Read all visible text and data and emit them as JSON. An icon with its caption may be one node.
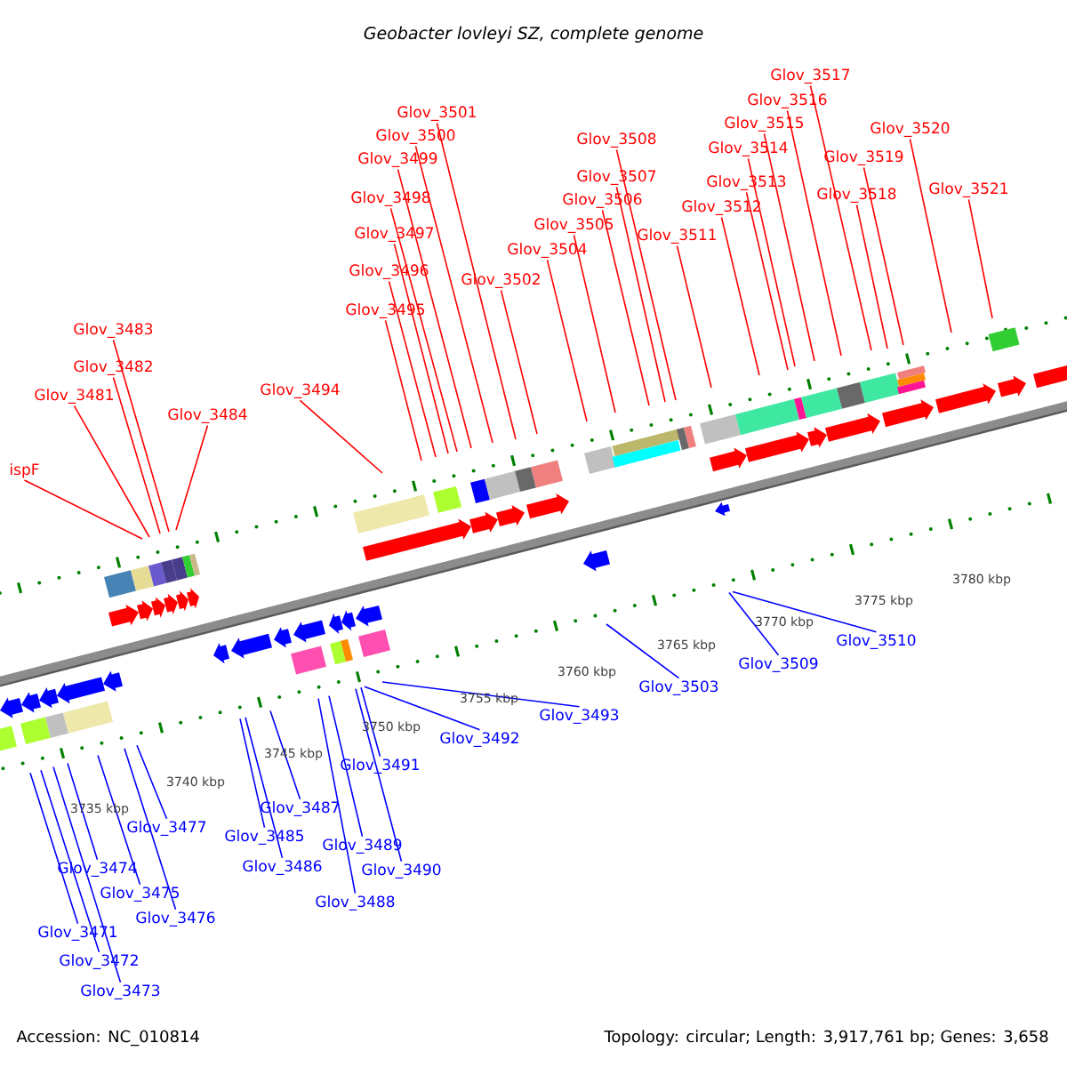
{
  "diagram": {
    "title": "Geobacter lovleyi SZ, complete genome",
    "nodes": [
      {
        "text": [
          "ispF"
        ]
      },
      {
        "text": [
          "Glov_3481"
        ]
      },
      {
        "text": [
          "Glov_3482"
        ]
      },
      {
        "text": [
          "Glov_3483"
        ]
      },
      {
        "text": [
          "Glov_3484"
        ]
      },
      {
        "text": [
          "Glov_3494"
        ]
      },
      {
        "text": [
          "Glov_3495"
        ]
      },
      {
        "text": [
          "Glov_3496"
        ]
      },
      {
        "text": [
          "Glov_3497"
        ]
      },
      {
        "text": [
          "Glov_3498"
        ]
      },
      {
        "text": [
          "Glov_3499"
        ]
      },
      {
        "text": [
          "Glov_3500"
        ]
      },
      {
        "text": [
          "Glov_3501"
        ]
      },
      {
        "text": [
          "Glov_3502"
        ]
      },
      {
        "text": [
          "Glov_3504"
        ]
      },
      {
        "text": [
          "Glov_3505"
        ]
      },
      {
        "text": [
          "Glov_3506"
        ]
      },
      {
        "text": [
          "Glov_3507"
        ]
      },
      {
        "text": [
          "Glov_3508"
        ]
      },
      {
        "text": [
          "Glov_3511"
        ]
      },
      {
        "text": [
          "Glov_3512"
        ]
      },
      {
        "text": [
          "Glov_3513"
        ]
      },
      {
        "text": [
          "Glov_3514"
        ]
      },
      {
        "text": [
          "Glov_3515"
        ]
      },
      {
        "text": [
          "Glov_3516"
        ]
      },
      {
        "text": [
          "Glov_3517"
        ]
      },
      {
        "text": [
          "Glov_3518"
        ]
      },
      {
        "text": [
          "Glov_3519"
        ]
      },
      {
        "text": [
          "Glov_3520"
        ]
      },
      {
        "text": [
          "Glov_3521"
        ]
      },
      {
        "text": [
          "Glov_3471"
        ]
      },
      {
        "text": [
          "Glov_3472"
        ]
      },
      {
        "text": [
          "Glov_3473"
        ]
      },
      {
        "text": [
          "Glov_3474"
        ]
      },
      {
        "text": [
          "Glov_3475"
        ]
      },
      {
        "text": [
          "Glov_3476"
        ]
      },
      {
        "text": [
          "Glov_3477"
        ]
      },
      {
        "text": [
          "Glov_3485"
        ]
      },
      {
        "text": [
          "Glov_3486"
        ]
      },
      {
        "text": [
          "Glov_3487"
        ]
      },
      {
        "text": [
          "Glov_3488"
        ]
      },
      {
        "text": [
          "Glov_3489"
        ]
      },
      {
        "text": [
          "Glov_3490"
        ]
      },
      {
        "text": [
          "Glov_3491"
        ]
      },
      {
        "text": [
          "Glov_3492"
        ]
      },
      {
        "text": [
          "Glov_3493"
        ]
      },
      {
        "text": [
          "Glov_3503"
        ]
      },
      {
        "text": [
          "Glov_3509"
        ]
      },
      {
        "text": [
          "Glov_3510"
        ]
      }
    ],
    "edges": [
      {
        "from": 0,
        "to": null,
        "arrow": "none"
      },
      {
        "from": 1,
        "to": null,
        "arrow": "none"
      },
      {
        "from": 2,
        "to": null,
        "arrow": "none"
      },
      {
        "from": 3,
        "to": null,
        "arrow": "none"
      },
      {
        "from": 4,
        "to": null,
        "arrow": "none"
      },
      {
        "from": 5,
        "to": null,
        "arrow": "none"
      },
      {
        "from": 6,
        "to": null,
        "arrow": "none"
      },
      {
        "from": 7,
        "to": null,
        "arrow": "none"
      },
      {
        "from": 8,
        "to": null,
        "arrow": "none"
      },
      {
        "from": 9,
        "to": null,
        "arrow": "none"
      },
      {
        "from": 10,
        "to": null,
        "arrow": "none"
      },
      {
        "from": 11,
        "to": null,
        "arrow": "none"
      },
      {
        "from": 12,
        "to": null,
        "arrow": "none"
      },
      {
        "from": 13,
        "to": null,
        "arrow": "none"
      },
      {
        "from": 14,
        "to": null,
        "arrow": "none"
      },
      {
        "from": 15,
        "to": null,
        "arrow": "none"
      },
      {
        "from": 16,
        "to": null,
        "arrow": "none"
      },
      {
        "from": 17,
        "to": null,
        "arrow": "none"
      },
      {
        "from": 18,
        "to": null,
        "arrow": "none"
      },
      {
        "from": 19,
        "to": null,
        "arrow": "none"
      },
      {
        "from": 20,
        "to": null,
        "arrow": "none"
      },
      {
        "from": 21,
        "to": null,
        "arrow": "none"
      },
      {
        "from": 22,
        "to": null,
        "arrow": "none"
      },
      {
        "from": 23,
        "to": null,
        "arrow": "none"
      },
      {
        "from": 24,
        "to": null,
        "arrow": "none"
      },
      {
        "from": 25,
        "to": null,
        "arrow": "none"
      },
      {
        "from": 26,
        "to": null,
        "arrow": "none"
      },
      {
        "from": 27,
        "to": null,
        "arrow": "none"
      },
      {
        "from": 28,
        "to": null,
        "arrow": "none"
      },
      {
        "from": 29,
        "to": null,
        "arrow": "none"
      },
      {
        "from": 30,
        "to": null,
        "arrow": "none",
        "color": "#0000ff"
      },
      {
        "from": 31,
        "to": null,
        "arrow": "none",
        "color": "#0000ff"
      },
      {
        "from": 32,
        "to": null,
        "arrow": "none",
        "color": "#0000ff"
      },
      {
        "from": 33,
        "to": null,
        "arrow": "none",
        "color": "#0000ff"
      },
      {
        "from": 34,
        "to": null,
        "arrow": "none",
        "color": "#0000ff"
      },
      {
        "from": 35,
        "to": null,
        "arrow": "none",
        "color": "#0000ff"
      },
      {
        "from": 36,
        "to": null,
        "arrow": "none",
        "color": "#0000ff"
      },
      {
        "from": 37,
        "to": null,
        "arrow": "none",
        "color": "#0000ff"
      },
      {
        "from": 38,
        "to": null,
        "arrow": "none",
        "color": "#0000ff"
      },
      {
        "from": 39,
        "to": null,
        "arrow": "none",
        "color": "#0000ff"
      },
      {
        "from": 40,
        "to": null,
        "arrow": "none",
        "color": "#0000ff"
      },
      {
        "from": 41,
        "to": null,
        "arrow": "none",
        "color": "#0000ff"
      },
      {
        "from": 42,
        "to": null,
        "arrow": "none",
        "color": "#0000ff"
      },
      {
        "from": 43,
        "to": null,
        "arrow": "none",
        "color": "#0000ff"
      },
      {
        "from": 44,
        "to": null,
        "arrow": "none",
        "color": "#0000ff"
      },
      {
        "from": 45,
        "to": null,
        "arrow": "none",
        "color": "#0000ff"
      },
      {
        "from": 46,
        "to": null,
        "arrow": "none",
        "color": "#0000ff"
      },
      {
        "from": 47,
        "to": null,
        "arrow": "none",
        "color": "#0000ff"
      },
      {
        "from": 48,
        "to": null,
        "arrow": "none",
        "color": "#0000ff"
      }
    ],
    "labels": [
      "3735 kbp",
      "3740 kbp",
      "3745 kbp",
      "3750 kbp",
      "3755 kbp",
      "3760 kbp",
      "3765 kbp",
      "3770 kbp",
      "3775 kbp",
      "3780 kbp",
      "Accession: NC_010814",
      "Topology: circular; Length: 3,917,761 bp; Genes: 3,658"
    ]
  }
}
